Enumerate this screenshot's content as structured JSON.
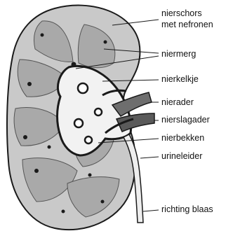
{
  "labels": [
    "nierschors",
    "met nefronen",
    "niermerg",
    "nierkelkje",
    "nierader",
    "nierslagader",
    "nierbekken",
    "urineleider",
    "richting blaas"
  ],
  "colors": {
    "outline": "#1a1a1a",
    "cortex": "#c9c9c9",
    "medulla": "#a9a9a9",
    "pelvis": "#f2f2f2",
    "vessel": "#6e6e6e",
    "ureter": "#eeeeee"
  }
}
